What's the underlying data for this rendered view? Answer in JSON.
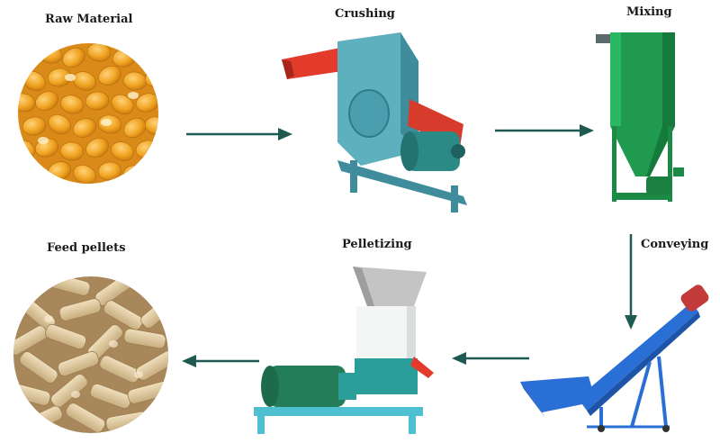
{
  "steps": {
    "raw_material": "Raw Material",
    "crushing": "Crushing",
    "mixing": "Mixing",
    "conveying": "Conveying",
    "pelletizing": "Pelletizing",
    "feed_pellets": "Feed pellets"
  },
  "colors": {
    "arrow": "#1f5a52",
    "crusher_body": "#5fb0bf",
    "crusher_hopper": "#e23b2b",
    "mixer": "#1f9a4f",
    "motor": "#2c8a86",
    "conveyor": "#2a6fd6",
    "pellet_mill_hopper": "#b9b9b9",
    "corn": "#f0a422",
    "pellet": "#d9c39a"
  }
}
